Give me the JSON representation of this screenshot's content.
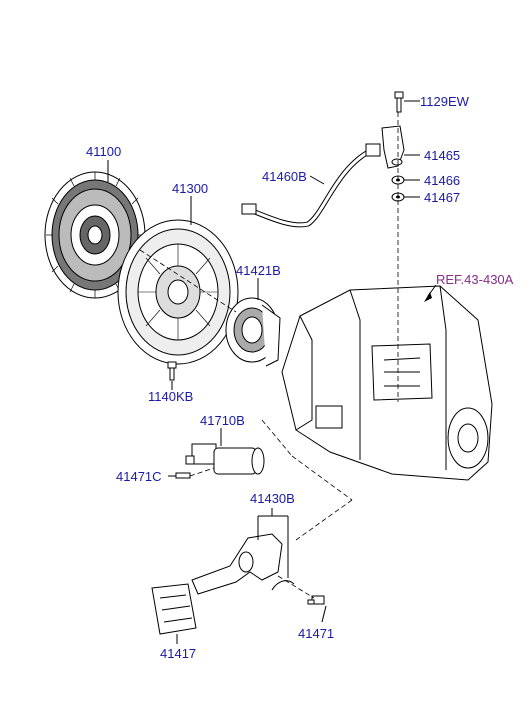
{
  "colors": {
    "part_label": "#1a1aaa",
    "reference_label": "#8a2a8a",
    "line": "#000000"
  },
  "labels": {
    "p_1129EW": "1129EW",
    "p_41465": "41465",
    "p_41466": "41466",
    "p_41467": "41467",
    "p_41460B": "41460B",
    "p_41100": "41100",
    "p_41300": "41300",
    "p_41421B": "41421B",
    "ref_43_430A": "REF.43-430A",
    "p_1140KB": "1140KB",
    "p_41710B": "41710B",
    "p_41471C": "41471C",
    "p_41430B": "41430B",
    "p_41471": "41471",
    "p_41417": "41417"
  }
}
